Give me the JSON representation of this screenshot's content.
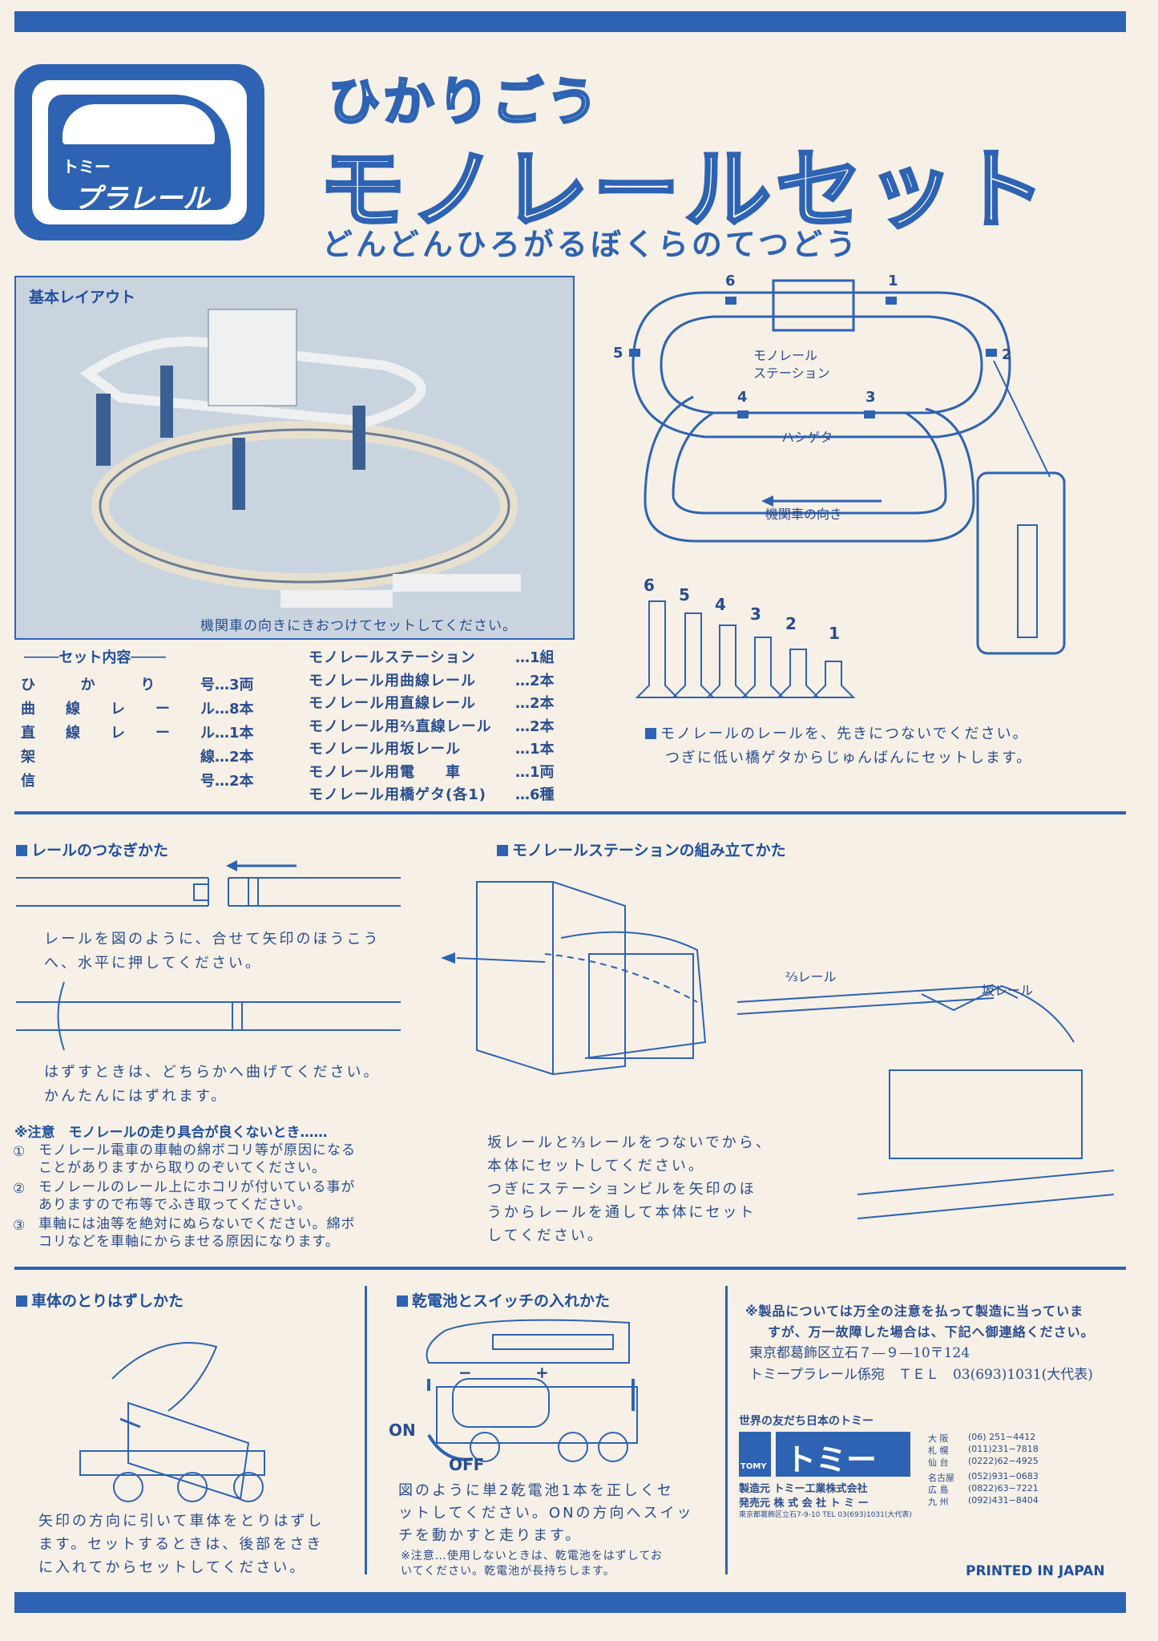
{
  "logo": {
    "maker": "トミー",
    "brand": "プラレール"
  },
  "title": {
    "line1": "ひかりごう",
    "line2": "モノレールセット",
    "subtitle": "どんどんひろがるぼくらのてつどう"
  },
  "basic_layout": {
    "label": "基本レイアウト",
    "caption": "機関車の向きにきおつけてセットしてください。"
  },
  "layout_diagram": {
    "station_label1": "モノレール",
    "station_label2": "ステーション",
    "girder_label": "ハシゲタ",
    "direction_label": "機関車の向き",
    "numbers": [
      "1",
      "2",
      "3",
      "4",
      "5",
      "6"
    ]
  },
  "set_contents": {
    "heading": "セット内容",
    "left": [
      {
        "name": [
          "ひ",
          "か",
          "り",
          "号"
        ],
        "qty": "…3両"
      },
      {
        "name": [
          "曲",
          "線",
          "レ",
          "ー",
          "ル"
        ],
        "qty": "…8本"
      },
      {
        "name": [
          "直",
          "線",
          "レ",
          "ー",
          "ル"
        ],
        "qty": "…1本"
      },
      {
        "name": [
          "架",
          "線"
        ],
        "qty": "…2本"
      },
      {
        "name": [
          "信",
          "号"
        ],
        "qty": "…2本"
      }
    ],
    "right": [
      {
        "name": "モノレールステーション",
        "qty": "…1組"
      },
      {
        "name": "モノレール用曲線レール",
        "qty": "…2本"
      },
      {
        "name": "モノレール用直線レール",
        "qty": "…2本"
      },
      {
        "name": "モノレール用⅔直線レール",
        "qty": "…2本"
      },
      {
        "name": "モノレール用坂レール",
        "qty": "…1本"
      },
      {
        "name": "モノレール用電　　車",
        "qty": "…1両"
      },
      {
        "name": "モノレール用橋ゲタ(各1)",
        "qty": "…6種"
      }
    ]
  },
  "pillars": {
    "numbers": [
      "6",
      "5",
      "4",
      "3",
      "2",
      "1"
    ],
    "note1": "モノレールのレールを、先きにつないでください。",
    "note2": "つぎに低い橋ゲタからじゅんばんにセットします。"
  },
  "rail_connect": {
    "heading": "レールのつなぎかた",
    "text1a": "レールを図のように、合せて矢印のほうこう",
    "text1b": "へ、水平に押してください。",
    "text2a": "はずすときは、どちらかへ曲げてください。",
    "text2b": "かんたんにはずれます。"
  },
  "caution": {
    "heading": "※注意　モノレールの走り具合が良くないとき……",
    "items": [
      [
        "①",
        "モノレール電車の車軸の綿ボコリ等が原因になる",
        "ことがありますから取りのぞいてください。"
      ],
      [
        "②",
        "モノレールのレール上にホコリが付いている事が",
        "ありますので布等でふき取ってください。"
      ],
      [
        "③",
        "車軸には油等を絶対にぬらないでください。綿ボ",
        "コリなどを車軸にからませる原因になります。"
      ]
    ]
  },
  "station_assembly": {
    "heading": "モノレールステーションの組み立てかた",
    "label_23rail": "⅔レール",
    "label_slope": "坂レール",
    "text": [
      "坂レールと⅔レールをつないでから、",
      "本体にセットしてください。",
      "つぎにステーションビルを矢印のほ",
      "うからレールを通して本体にセット",
      "してください。"
    ]
  },
  "body_removal": {
    "heading": "車体のとりはずしかた",
    "text": [
      "矢印の方向に引いて車体をとりはずし",
      "ます。セットするときは、後部をさき",
      "に入れてからセットしてください。"
    ]
  },
  "battery": {
    "heading": "乾電池とスイッチの入れかた",
    "minus": "−",
    "plus": "+",
    "on": "ON",
    "off": "OFF",
    "text": [
      "図のように単2乾電池1本を正しくセ",
      "ットしてください。ONの方向へスイッ",
      "チを動かすと走ります。"
    ],
    "note": [
      "※注意…使用しないときは、乾電池をはずしてお",
      "いてください。乾電池が長持ちします。"
    ]
  },
  "company": {
    "notice": [
      "※製品については万全の注意を払って製造に当っていま",
      "すが、万一故障した場合は、下記へ御連絡ください。"
    ],
    "address": "東京都葛飾区立石７—９—10〒124",
    "dept": "トミープラレール係宛　ＴＥＬ　03(693)1031(大代表)",
    "slogan": "世界の友だち日本のトミー",
    "logo_small": "TOMY",
    "logo_big": "トミー",
    "maker_line": "製造元 トミー工業株式会社",
    "seller_line": "発売元 株 式 会 社 ト ミ ー",
    "hq_line": "東京都葛飾区立石7-9-10  TEL 03(693)1031(大代表)",
    "branches": [
      {
        "city": "大 阪",
        "tel": "(06) 251−4412"
      },
      {
        "city": "札 幌",
        "tel": "(011)231−7818"
      },
      {
        "city": "仙 台",
        "tel": "(0222)62−4925"
      },
      {
        "city": "名古屋",
        "tel": "(052)931−0683"
      },
      {
        "city": "広 島",
        "tel": "(0822)63−7221"
      },
      {
        "city": "九 州",
        "tel": "(092)431−8404"
      }
    ]
  },
  "footer": {
    "printed": "PRINTED IN JAPAN"
  }
}
